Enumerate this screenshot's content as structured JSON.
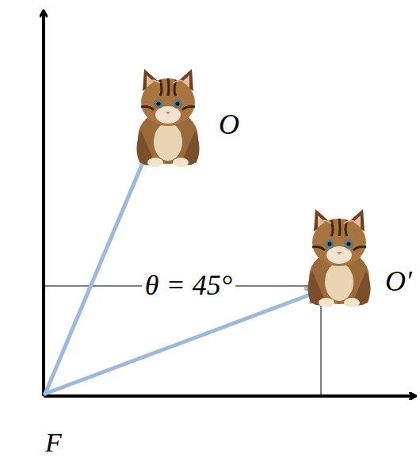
{
  "diagram": {
    "labels": [
      "O",
      "O′",
      "θ = 45°",
      "F"
    ]
  }
}
